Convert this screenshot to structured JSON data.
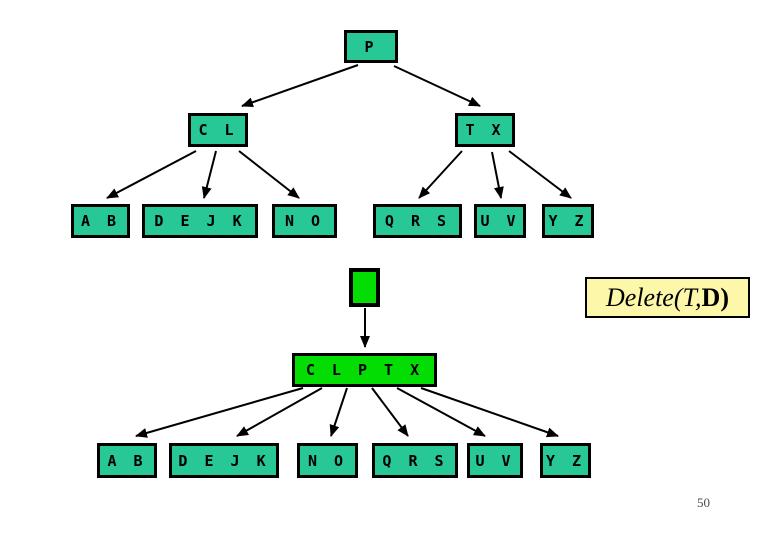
{
  "slide": {
    "page_number": "50",
    "operation_label": {
      "prefix": "Delete(T,",
      "suffix": "D)"
    }
  },
  "colors": {
    "node_fill": "#28c796",
    "highlight_fill": "#04dd04",
    "label_fill": "#fdf7aa",
    "border": "#000000"
  },
  "tree_before": {
    "root": {
      "label": "P"
    },
    "internal": [
      {
        "label": "C L"
      },
      {
        "label": "T X"
      }
    ],
    "leaves": [
      {
        "label": "A B"
      },
      {
        "label": "D E J K"
      },
      {
        "label": "N O"
      },
      {
        "label": "Q R S"
      },
      {
        "label": "U V"
      },
      {
        "label": "Y Z"
      }
    ]
  },
  "tree_after": {
    "root": {
      "label": "C L P T X"
    },
    "leaves": [
      {
        "label": "A B"
      },
      {
        "label": "D E J K"
      },
      {
        "label": "N O"
      },
      {
        "label": "Q R S"
      },
      {
        "label": "U V"
      },
      {
        "label": "Y Z"
      }
    ]
  }
}
